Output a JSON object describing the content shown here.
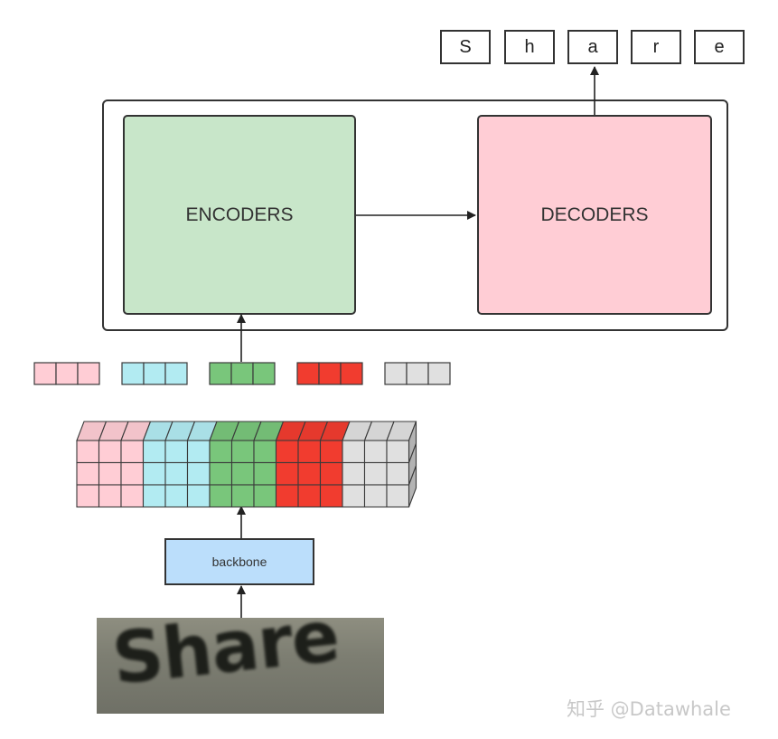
{
  "output": {
    "characters": [
      "S",
      "h",
      "a",
      "r",
      "e"
    ]
  },
  "encoder": {
    "label": "ENCODERS"
  },
  "decoder": {
    "label": "DECODERS"
  },
  "tokens": {
    "groups": [
      {
        "color": "#ffcdd5",
        "cells": 3
      },
      {
        "color": "#b2ebf2",
        "cells": 3
      },
      {
        "color": "#79c67b",
        "cells": 3
      },
      {
        "color": "#f13c2f",
        "cells": 3
      },
      {
        "color": "#e0e0e0",
        "cells": 3
      }
    ]
  },
  "feature_map": {
    "groups": [
      {
        "color": "#ffcdd5",
        "columns": 3
      },
      {
        "color": "#b2ebf2",
        "columns": 3
      },
      {
        "color": "#79c67b",
        "columns": 3
      },
      {
        "color": "#f13c2f",
        "columns": 3
      },
      {
        "color": "#e0e0e0",
        "columns": 3
      }
    ],
    "rows": 3
  },
  "backbone": {
    "label": "backbone"
  },
  "input_image": {
    "text": "Share"
  },
  "watermark": {
    "text": "知乎 @Datawhale"
  }
}
